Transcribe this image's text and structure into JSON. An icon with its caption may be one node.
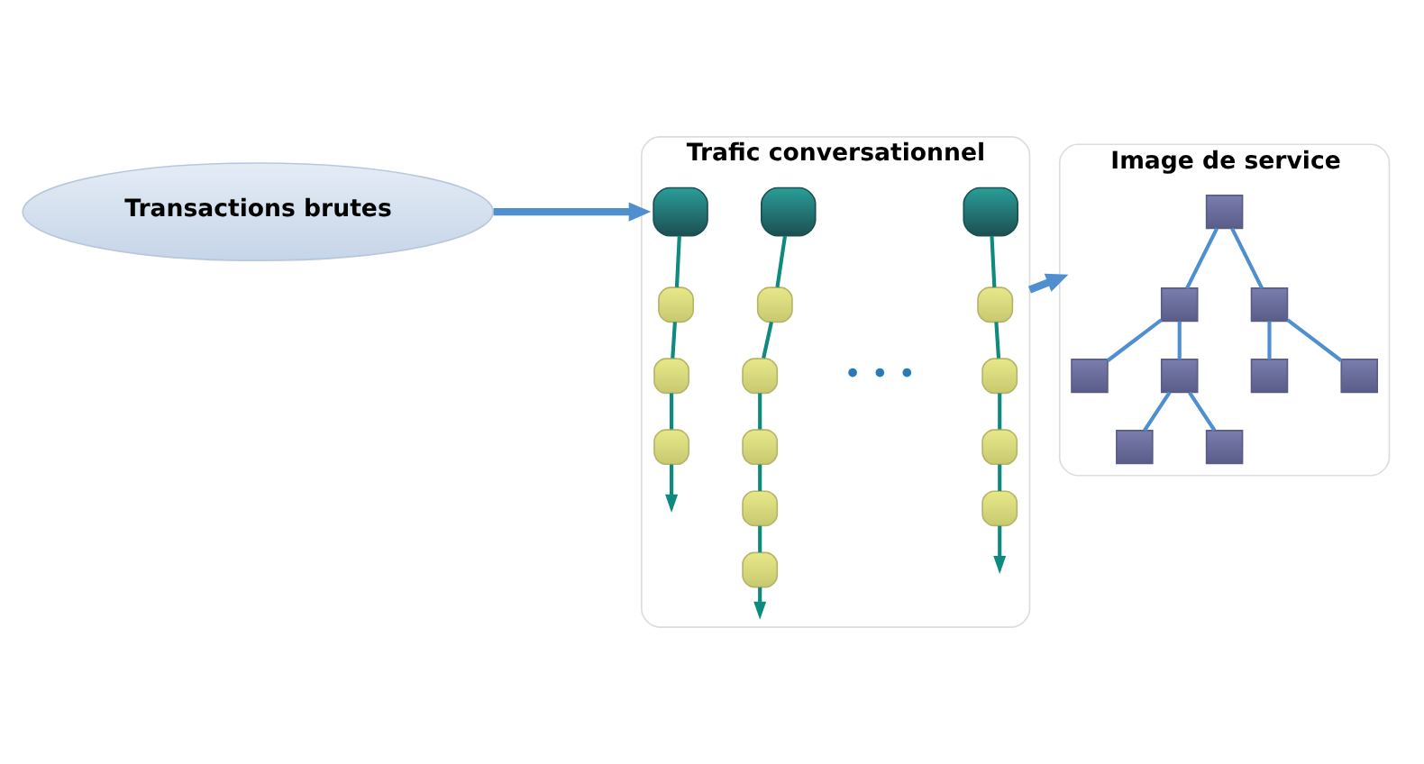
{
  "diagram": {
    "nodes": [
      {
        "text": [
          "Transactions brutes"
        ]
      },
      {
        "text": [
          "Trafic conversationnel"
        ]
      },
      {
        "text": [],
        "shape": "box",
        "in": 1
      },
      {
        "text": [],
        "shape": "box",
        "in": 1
      },
      {
        "text": [],
        "shape": "box",
        "in": 1
      },
      {
        "text": [],
        "shape": "box",
        "in": 1
      },
      {
        "text": [],
        "shape": "box",
        "in": 1
      },
      {
        "text": [],
        "shape": "box",
        "in": 1
      },
      {
        "text": [],
        "shape": "box",
        "in": 1
      },
      {
        "text": [],
        "shape": "box",
        "in": 1
      },
      {
        "text": [],
        "shape": "box",
        "in": 1
      },
      {
        "text": [],
        "shape": "box",
        "in": 1
      },
      {
        "text": [],
        "shape": "box",
        "in": 1
      },
      {
        "text": [],
        "shape": "box",
        "in": 1
      },
      {
        "text": [],
        "shape": "box",
        "in": 1
      },
      {
        "text": [],
        "shape": "box",
        "in": 1
      },
      {
        "text": [],
        "shape": "box",
        "in": 1
      },
      {
        "text": [
          "Image de service"
        ]
      },
      {
        "text": [],
        "shape": "box",
        "in": 17
      },
      {
        "text": [],
        "shape": "box",
        "in": 17
      },
      {
        "text": [],
        "shape": "box",
        "in": 17
      },
      {
        "text": [],
        "shape": "box",
        "in": 17
      },
      {
        "text": [],
        "shape": "box",
        "in": 17
      },
      {
        "text": [],
        "shape": "box",
        "in": 17
      },
      {
        "text": [],
        "shape": "box",
        "in": 17
      },
      {
        "text": [],
        "shape": "box",
        "in": 17
      },
      {
        "text": [],
        "shape": "box",
        "in": 17
      }
    ],
    "edges": [
      {
        "from": 0,
        "to": 1,
        "arrow": "to",
        "style": "thick",
        "color": "#4f8fcf"
      },
      {
        "from": 2,
        "to": 3,
        "arrow": "none"
      },
      {
        "from": 3,
        "to": 4,
        "arrow": "none"
      },
      {
        "from": 4,
        "to": 5,
        "arrow": "none"
      },
      {
        "from": 5,
        "to": null,
        "arrow": "to"
      },
      {
        "from": 6,
        "to": 7,
        "arrow": "none"
      },
      {
        "from": 7,
        "to": 8,
        "arrow": "none"
      },
      {
        "from": 8,
        "to": 9,
        "arrow": "none"
      },
      {
        "from": 9,
        "to": 10,
        "arrow": "none"
      },
      {
        "from": 10,
        "to": 11,
        "arrow": "none"
      },
      {
        "from": 11,
        "to": null,
        "arrow": "to"
      },
      {
        "from": 12,
        "to": 13,
        "arrow": "none"
      },
      {
        "from": 13,
        "to": 14,
        "arrow": "none"
      },
      {
        "from": 14,
        "to": 15,
        "arrow": "none"
      },
      {
        "from": 15,
        "to": 16,
        "arrow": "none"
      },
      {
        "from": 16,
        "to": null,
        "arrow": "to"
      },
      {
        "from": 1,
        "to": 17,
        "arrow": "to",
        "style": "thick",
        "color": "#4f8fcf"
      },
      {
        "from": 18,
        "to": 19,
        "arrow": "none",
        "color": "#4f8fcf"
      },
      {
        "from": 18,
        "to": 20,
        "arrow": "none",
        "color": "#4f8fcf"
      },
      {
        "from": 19,
        "to": 21,
        "arrow": "none",
        "color": "#4f8fcf"
      },
      {
        "from": 19,
        "to": 22,
        "arrow": "none",
        "color": "#4f8fcf"
      },
      {
        "from": 20,
        "to": 23,
        "arrow": "none",
        "color": "#4f8fcf"
      },
      {
        "from": 20,
        "to": 24,
        "arrow": "none",
        "color": "#4f8fcf"
      },
      {
        "from": 22,
        "to": 25,
        "arrow": "none",
        "color": "#4f8fcf"
      },
      {
        "from": 22,
        "to": 26,
        "arrow": "none",
        "color": "#4f8fcf"
      }
    ],
    "labels": [
      "• • •"
    ]
  }
}
